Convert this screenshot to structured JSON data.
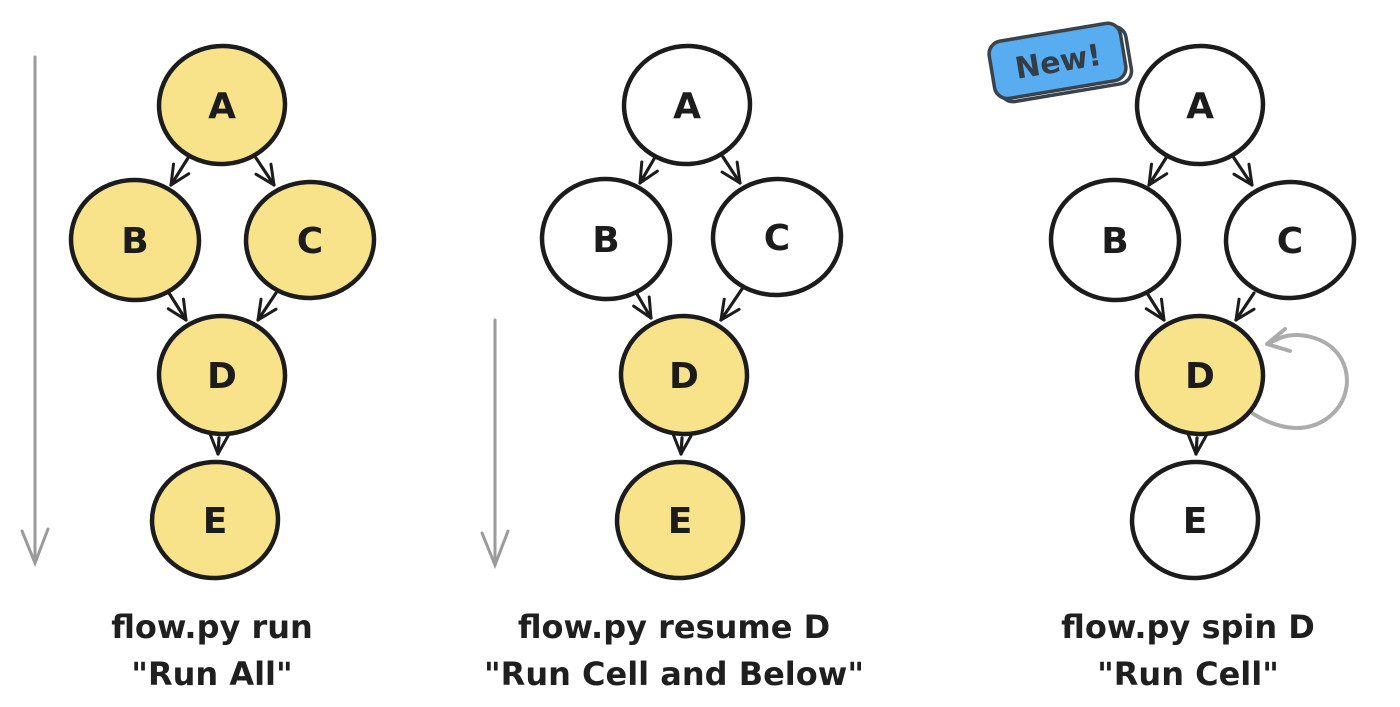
{
  "colors": {
    "highlight_fill": "#F9E38A",
    "plain_fill": "#FFFFFF",
    "node_stroke": "#1C1C1C",
    "edge_color": "#1C1C1C",
    "order_arrow_color": "#9B9B9B",
    "self_loop_color": "#ACACAC",
    "badge_fill": "#58ACF0",
    "badge_border": "#3A424C",
    "badge_text_color": "#333D48",
    "caption_color": "#1F1F1F"
  },
  "badge": {
    "label": "New!"
  },
  "diagrams": [
    {
      "command": "flow.py run",
      "quote": "\"Run All\"",
      "nodes": [
        {
          "label": "A",
          "highlighted": true
        },
        {
          "label": "B",
          "highlighted": true
        },
        {
          "label": "C",
          "highlighted": true
        },
        {
          "label": "D",
          "highlighted": true
        },
        {
          "label": "E",
          "highlighted": true
        }
      ],
      "edges": [
        "A->B",
        "A->C",
        "B->D",
        "C->D",
        "D->E"
      ]
    },
    {
      "command": "flow.py resume D",
      "quote": "\"Run Cell and Below\"",
      "nodes": [
        {
          "label": "A",
          "highlighted": false
        },
        {
          "label": "B",
          "highlighted": false
        },
        {
          "label": "C",
          "highlighted": false
        },
        {
          "label": "D",
          "highlighted": true
        },
        {
          "label": "E",
          "highlighted": true
        }
      ],
      "edges": [
        "A->B",
        "A->C",
        "B->D",
        "C->D",
        "D->E"
      ]
    },
    {
      "command": "flow.py spin D",
      "quote": "\"Run Cell\"",
      "nodes": [
        {
          "label": "A",
          "highlighted": false
        },
        {
          "label": "B",
          "highlighted": false
        },
        {
          "label": "C",
          "highlighted": false
        },
        {
          "label": "D",
          "highlighted": true
        },
        {
          "label": "E",
          "highlighted": false
        }
      ],
      "edges": [
        "A->B",
        "A->C",
        "B->D",
        "C->D",
        "D->E",
        "D->D"
      ]
    }
  ]
}
